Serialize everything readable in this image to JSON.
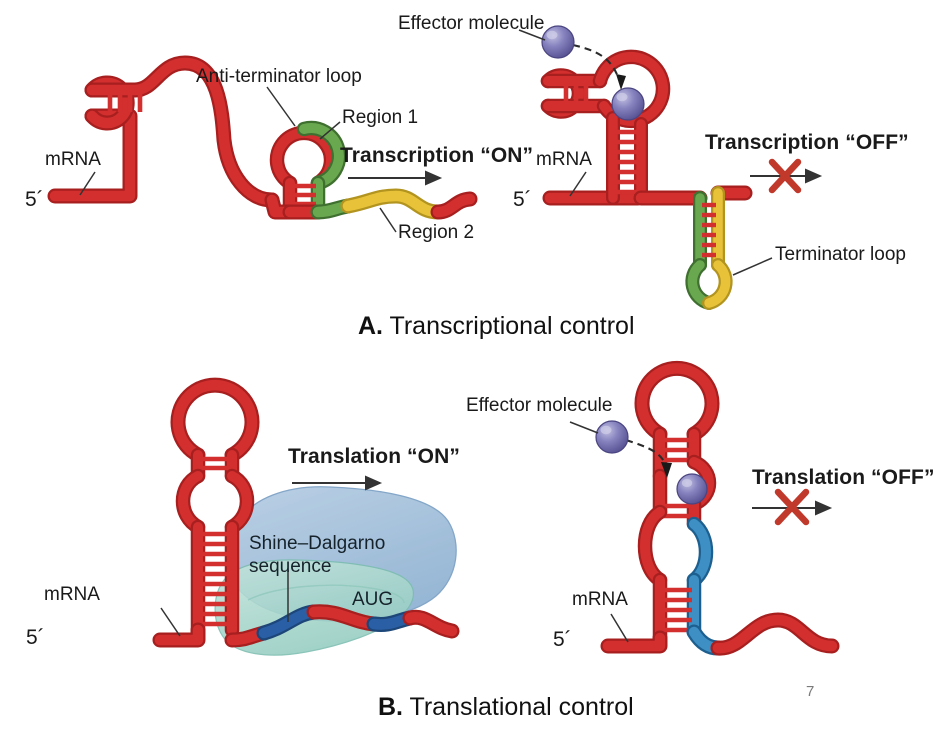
{
  "figure": {
    "title_a": "A. Transcriptional control",
    "title_a_letter": "A.",
    "title_a_text": " Transcriptional control",
    "title_b_letter": "B.",
    "title_b_text": " Translational control",
    "page_number": "7"
  },
  "colors": {
    "mrna_red": "#d32f2f",
    "mrna_red_dark": "#a81f1f",
    "region1_green": "#6aa84f",
    "region2_yellow": "#e8c33a",
    "effector_purple": "#7e7ab8",
    "effector_purple_dark": "#5b5696",
    "ribosome_large_blue": "#9dbcd9",
    "ribosome_small_teal": "#a8d5cb",
    "shine_dalgarno_blue": "#2a5fa5",
    "x_mark_red": "#c0392b",
    "arrow_black": "#333333",
    "text_black": "#1a1a1a",
    "page_number_gray": "#7a7a7a"
  },
  "panel_a": {
    "name": "Transcriptional control",
    "on_state": {
      "labels": {
        "anti_terminator_loop": "Anti-terminator loop",
        "region1": "Region 1",
        "region2": "Region 2",
        "mrna": "mRNA",
        "five_prime": "5´",
        "state": "Transcription “ON”"
      },
      "arrow": "rightward-arrow",
      "blocked": false
    },
    "off_state": {
      "labels": {
        "effector_molecule": "Effector molecule",
        "terminator_loop": "Terminator loop",
        "mrna": "mRNA",
        "five_prime": "5´",
        "state": "Transcription “OFF”"
      },
      "arrow": "rightward-arrow-with-x",
      "blocked": true
    }
  },
  "panel_b": {
    "name": "Translational control",
    "on_state": {
      "labels": {
        "shine_dalgarno": "Shine–Dalgarno",
        "shine_dalgarno_line2": "sequence",
        "aug": "AUG",
        "mrna": "mRNA",
        "five_prime": "5´",
        "state": "Translation “ON”"
      },
      "arrow": "rightward-arrow",
      "blocked": false
    },
    "off_state": {
      "labels": {
        "effector_molecule": "Effector molecule",
        "mrna": "mRNA",
        "five_prime": "5´",
        "state": "Translation “OFF”"
      },
      "arrow": "rightward-arrow-with-x",
      "blocked": true
    }
  }
}
